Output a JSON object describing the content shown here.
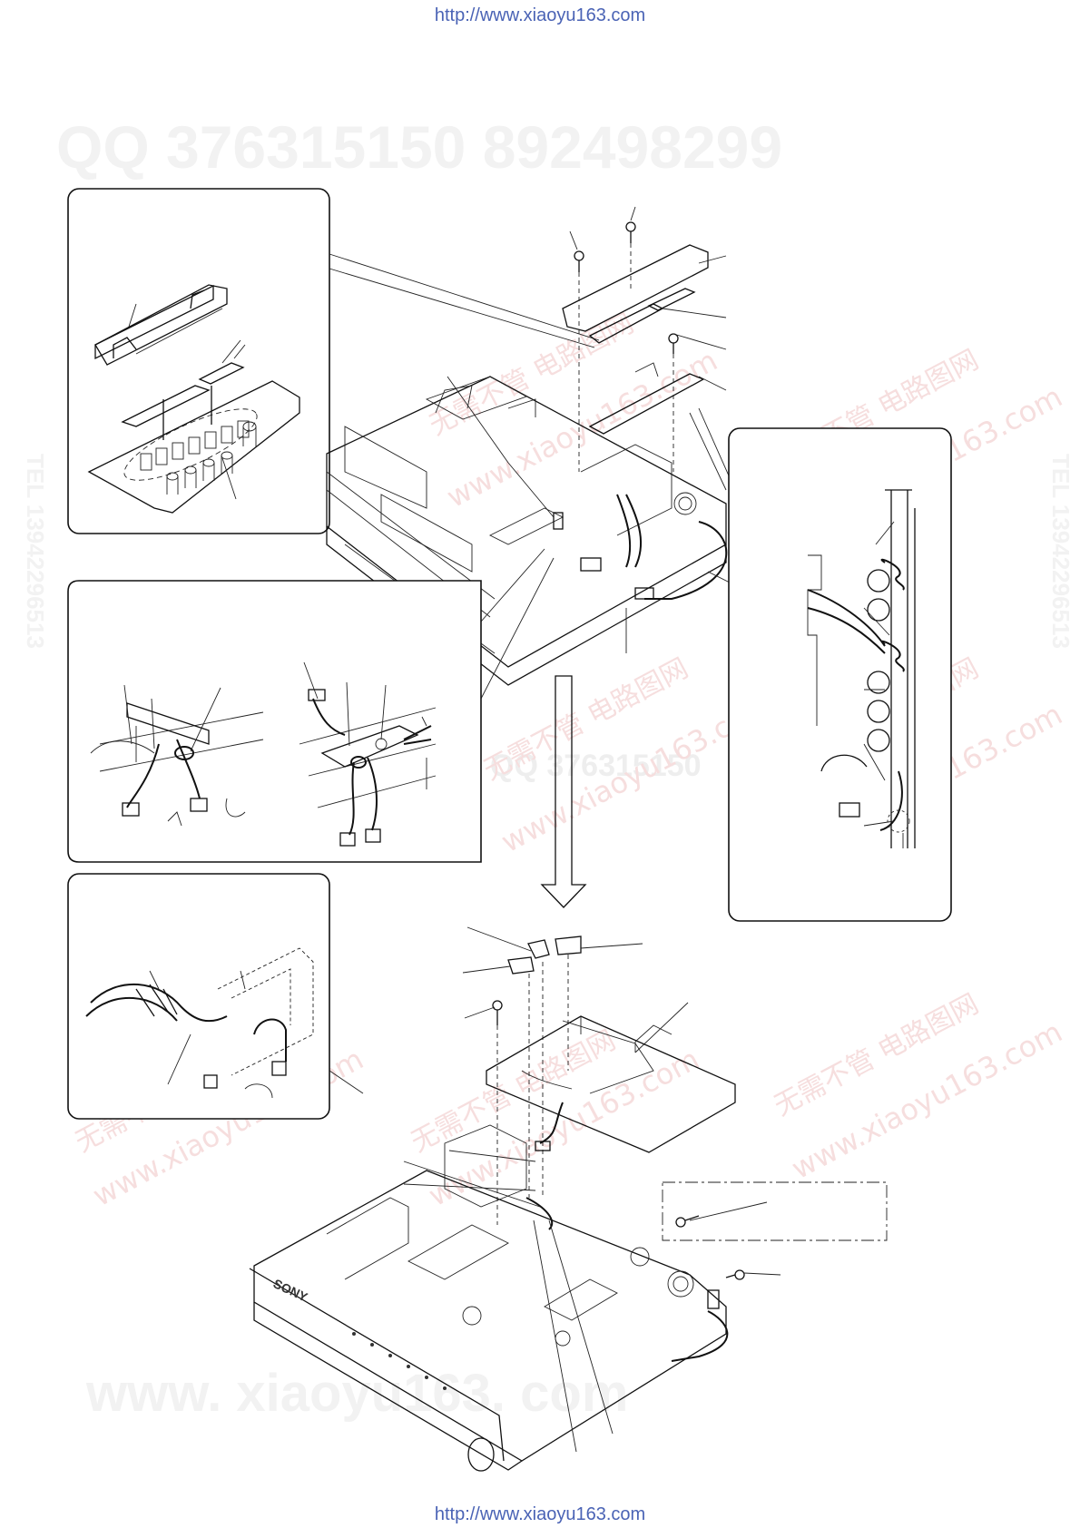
{
  "header": {
    "url": "http://www.xiaoyu163.com"
  },
  "footer": {
    "url": "http://www.xiaoyu163.com"
  },
  "watermarks": {
    "qq_line": "QQ 376315150    892498299",
    "site_cn": "无需不管 电路图网",
    "site_www": "www.xiaoyu163.com",
    "mid_line": "QQ 376315150",
    "side_text": "TEL 13942296513",
    "bottom_line": "www. xiaoyu163. com"
  },
  "drawing": {
    "brand_mark": "SONY"
  },
  "colors": {
    "link": "#4a63b5",
    "line": "#111111",
    "watermark_grey": "#f2f2f2",
    "watermark_red": "#f6dede"
  }
}
